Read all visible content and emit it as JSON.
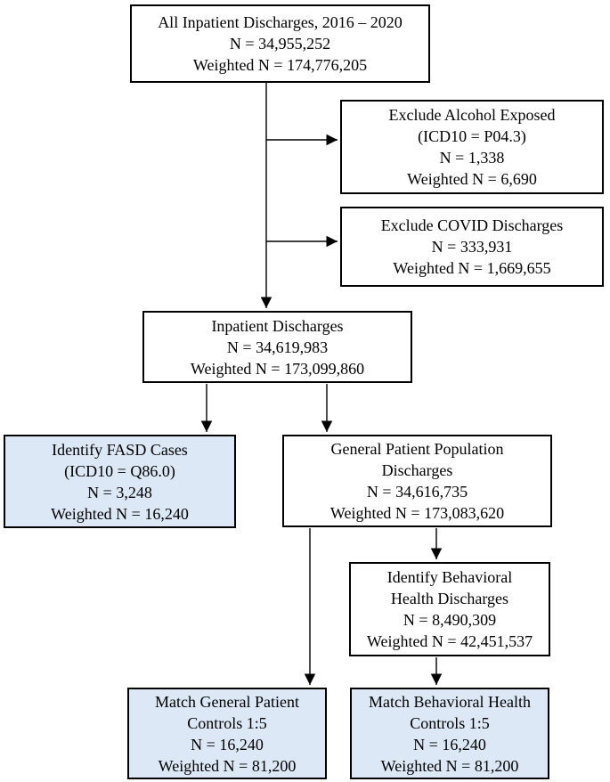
{
  "diagram": {
    "kind": "cohort-selection-flowchart",
    "nodes": {
      "all_inpatient": {
        "id": "all_inpatient",
        "highlighted": false,
        "lines": [
          "All Inpatient Discharges, 2016 – 2020",
          "N = 34,955,252",
          "Weighted N = 174,776,205"
        ]
      },
      "exclude_alcohol": {
        "id": "exclude_alcohol",
        "highlighted": false,
        "lines": [
          "Exclude Alcohol Exposed",
          "(ICD10 = P04.3)",
          "N = 1,338",
          "Weighted N = 6,690"
        ]
      },
      "exclude_covid": {
        "id": "exclude_covid",
        "highlighted": false,
        "lines": [
          "Exclude COVID Discharges",
          "N = 333,931",
          "Weighted N = 1,669,655"
        ]
      },
      "inpatient": {
        "id": "inpatient",
        "highlighted": false,
        "lines": [
          "Inpatient Discharges",
          "N = 34,619,983",
          "Weighted N = 173,099,860"
        ]
      },
      "fasd_cases": {
        "id": "fasd_cases",
        "highlighted": true,
        "lines": [
          "Identify FASD Cases",
          "(ICD10 = Q86.0)",
          "N = 3,248",
          "Weighted N = 16,240"
        ]
      },
      "general_population": {
        "id": "general_population",
        "highlighted": false,
        "lines": [
          "General Patient Population",
          "Discharges",
          "N = 34,616,735",
          "Weighted N = 173,083,620"
        ]
      },
      "behavioral_health": {
        "id": "behavioral_health",
        "highlighted": false,
        "lines": [
          "Identify Behavioral",
          "Health Discharges",
          "N = 8,490,309",
          "Weighted N = 42,451,537"
        ]
      },
      "match_general": {
        "id": "match_general",
        "highlighted": true,
        "lines": [
          "Match General Patient",
          "Controls 1:5",
          "N = 16,240",
          "Weighted N = 81,200"
        ]
      },
      "match_behavioral": {
        "id": "match_behavioral",
        "highlighted": true,
        "lines": [
          "Match Behavioral Health",
          "Controls 1:5",
          "N = 16,240",
          "Weighted N = 81,200"
        ]
      }
    },
    "edges": [
      {
        "from": "all_inpatient",
        "to": "exclude_alcohol"
      },
      {
        "from": "all_inpatient",
        "to": "exclude_covid"
      },
      {
        "from": "all_inpatient",
        "to": "inpatient"
      },
      {
        "from": "inpatient",
        "to": "fasd_cases"
      },
      {
        "from": "inpatient",
        "to": "general_population"
      },
      {
        "from": "general_population",
        "to": "behavioral_health"
      },
      {
        "from": "general_population",
        "to": "match_general"
      },
      {
        "from": "behavioral_health",
        "to": "match_behavioral"
      }
    ]
  },
  "colors": {
    "highlight_fill": "#dce8f6",
    "box_border": "#000000",
    "arrow": "#000000",
    "background": "#ffffff"
  }
}
